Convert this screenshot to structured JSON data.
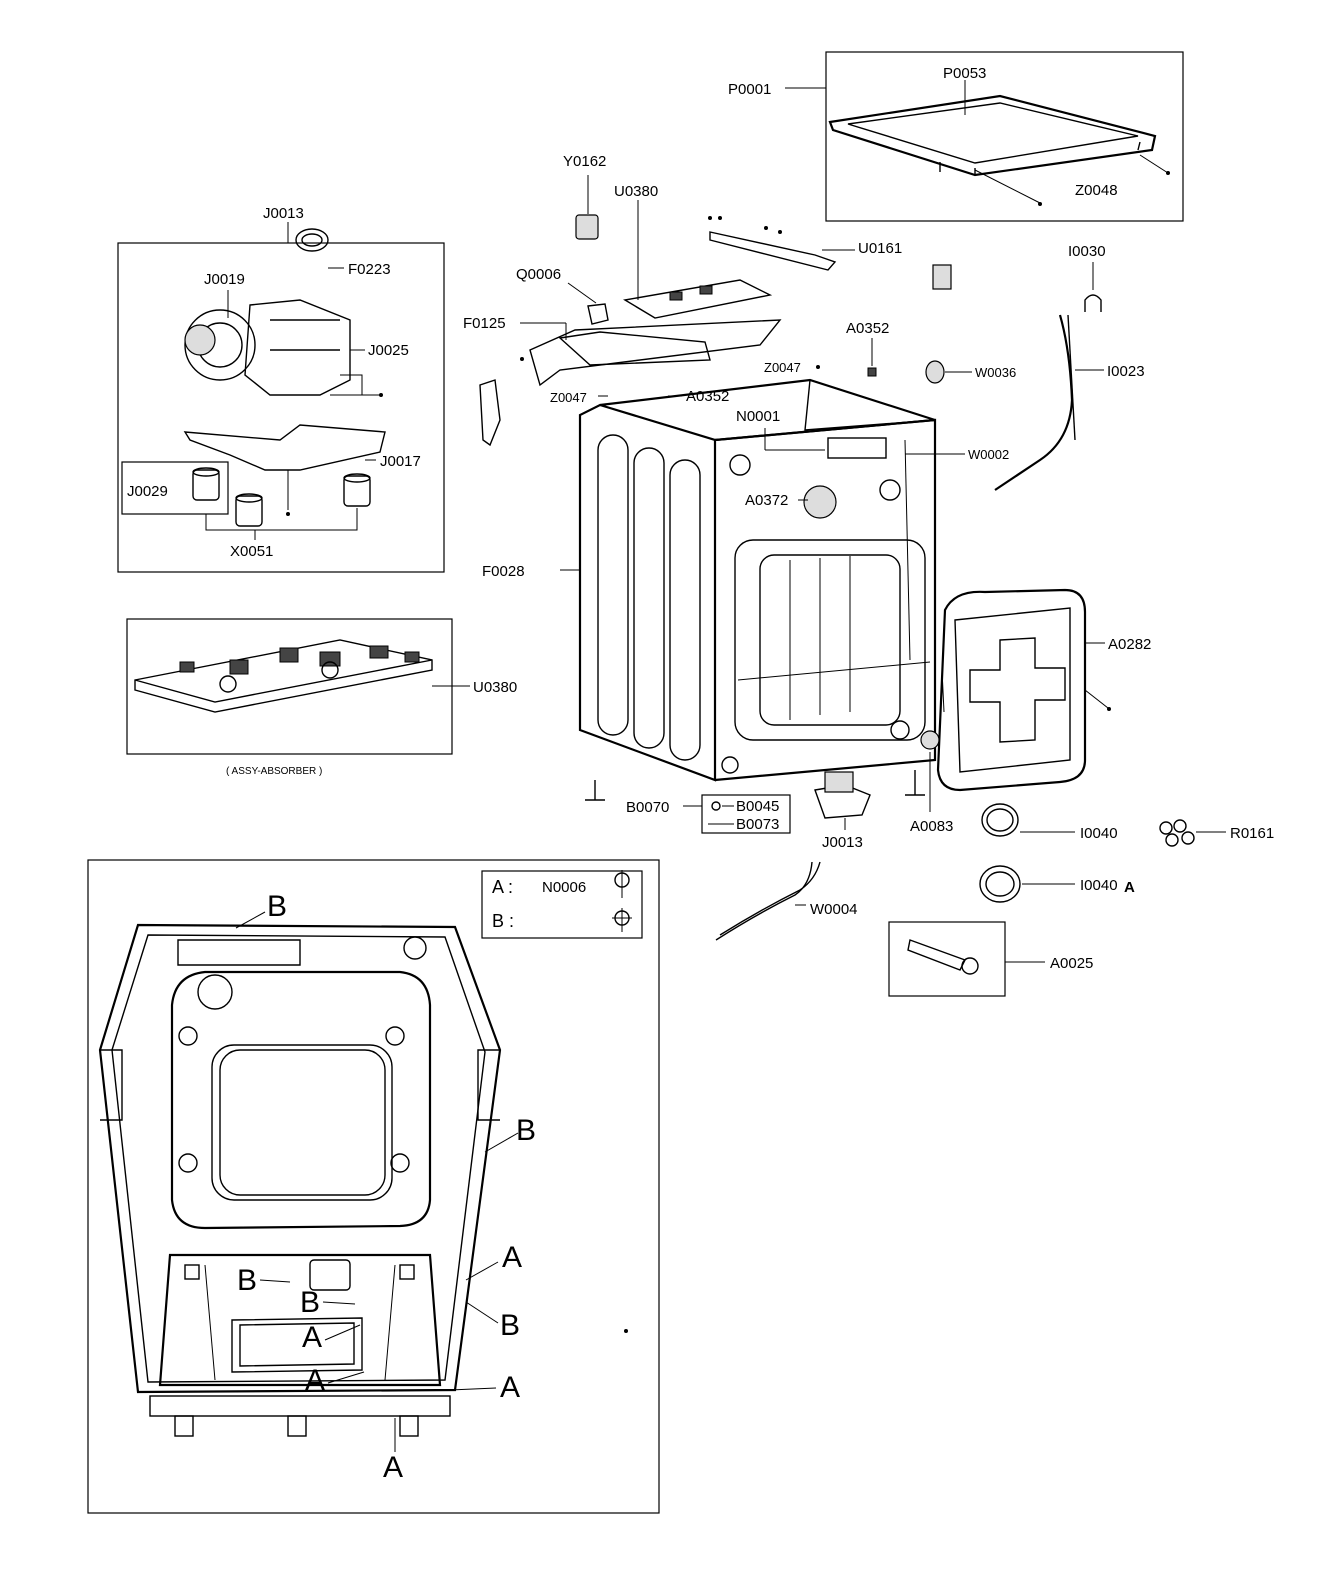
{
  "labels": {
    "P0001": "P0001",
    "P0053": "P0053",
    "Z0048": "Z0048",
    "Y0162": "Y0162",
    "U0380_top": "U0380",
    "U0161": "U0161",
    "I0030": "I0030",
    "I0023": "I0023",
    "Q0006": "Q0006",
    "F0125": "F0125",
    "A0352_a": "A0352",
    "A0352_b": "A0352",
    "Z0047_a": "Z0047",
    "Z0047_b": "Z0047",
    "W0036": "W0036",
    "N0001": "N0001",
    "W0002": "W0002",
    "A0372": "A0372",
    "F0028": "F0028",
    "A0282": "A0282",
    "B0070": "B0070",
    "B0045": "B0045",
    "B0073": "B0073",
    "J0013_bottom": "J0013",
    "A0083": "A0083",
    "I0040": "I0040",
    "I0040A": "I0040",
    "R0161": "R0161",
    "W0004": "W0004",
    "A0025": "A0025",
    "J0013_box": "J0013",
    "J0019": "J0019",
    "F0223": "F0223",
    "J0025": "J0025",
    "J0017": "J0017",
    "J0029": "J0029",
    "X0051": "X0051",
    "U0380_box": "U0380",
    "assy_caption": "( ASSY-ABSORBER )"
  },
  "legend": {
    "a_key": "A :",
    "a_part": "N0006",
    "b_key": "B :"
  },
  "callouts": {
    "A": "A",
    "B": "B"
  },
  "revision_mark": "A"
}
